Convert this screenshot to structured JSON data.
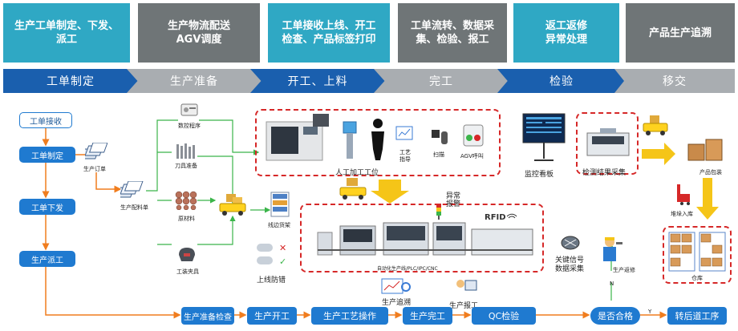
{
  "header": {
    "boxes": [
      {
        "label": "生产工单制定、下发、\n派工"
      },
      {
        "label": "生产物流配送\nAGV调度"
      },
      {
        "label": "工单接收上线、开工\n检查、产品标签打印"
      },
      {
        "label": "工单流转、数据采\n集、检验、报工"
      },
      {
        "label": "返工返修\n异常处理"
      },
      {
        "label": "产品生产追溯"
      }
    ],
    "stages": [
      "工单制定",
      "生产准备",
      "开工、上料",
      "完工",
      "检验",
      "移交"
    ]
  },
  "left_flow": {
    "receive": "工单接收",
    "make": "工单制定",
    "issue": "工单下发",
    "dispatch": "生产派工"
  },
  "labels": {
    "production_order": "生产订单",
    "material_list": "生产配料单",
    "nc_program": "数控程序",
    "tool_prep": "刀具准备",
    "raw_material": "原材料",
    "fixture": "工装夹具",
    "line_shelf": "线边货架",
    "anti_error": "上线防错",
    "manual_station": "人工加工工位",
    "process_guide": "工艺\n指导",
    "scan": "扫描",
    "agv_call": "AGV呼叫",
    "monitor_board": "监控看板",
    "inspection_collect": "检测结果采集",
    "product_pack": "产品包装",
    "stacker": "堆垛入库",
    "warehouse": "仓库",
    "anomaly_report": "异常\n报警",
    "rfid": "RFID",
    "auto_line": "自动化生产线/PLC/IPC/CNC",
    "key_signal": "关键信号\n数据采集",
    "rework": "生产返修",
    "n_mark": "N",
    "y_mark": "Y",
    "trace": "生产追溯",
    "report_work": "生产报工"
  },
  "bottom_flow": {
    "prep_check": "生产准备检查",
    "start": "生产开工",
    "process_op": "生产工艺操作",
    "finish": "生产完工",
    "qc": "QC检验",
    "qualified": "是否合格",
    "next": "转后道工序"
  },
  "colors": {
    "teal": "#2fa8c4",
    "gray": "#6f7577",
    "blue": "#1a5fae",
    "orange": "#f07d1e",
    "green": "#3bb54a",
    "red_dash": "#d62828",
    "yellow": "#f5c518"
  }
}
